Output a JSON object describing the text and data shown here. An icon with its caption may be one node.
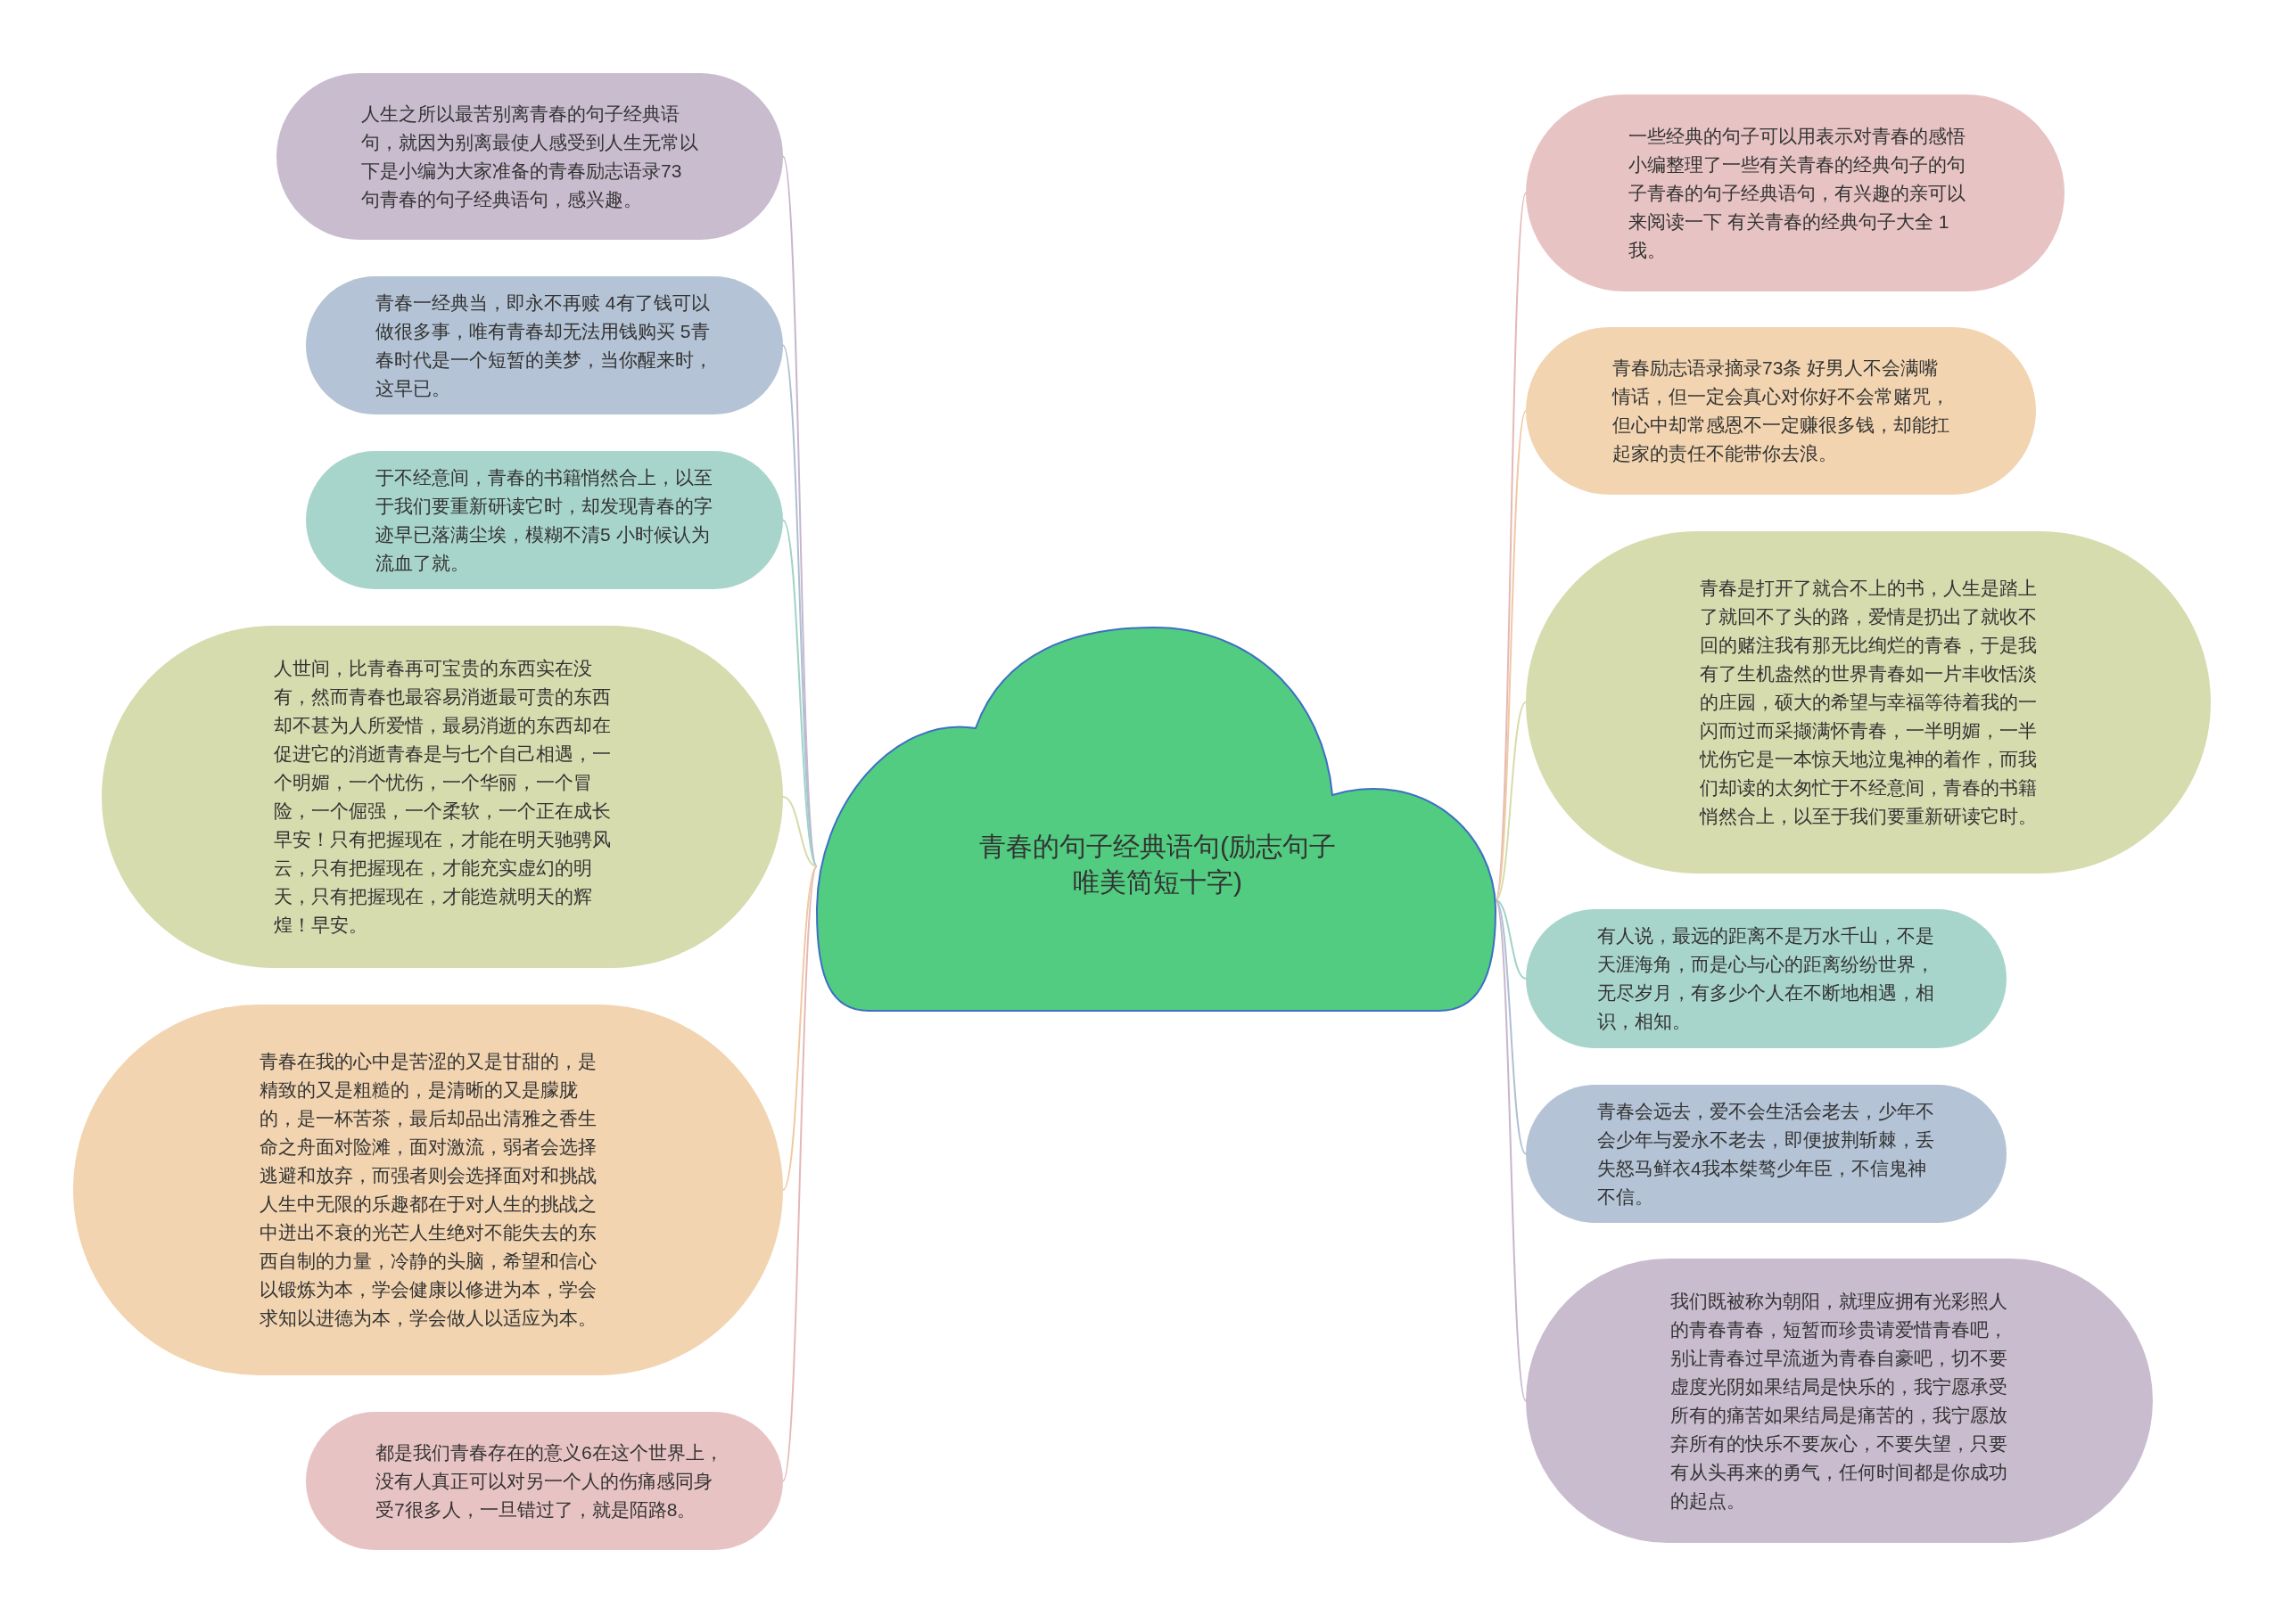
{
  "diagram": {
    "nodes": [
      {
        "text": [
          "青春的句子经典语句(励志句子唯美简短十字)"
        ]
      },
      {
        "text": [
          "人生之所以最苦别离青春的句子经典语句，就因为别离最使人感受到人生无常以下是小编为大家准备的青春励志语录73句青春的句子经典语句，感兴趣。"
        ]
      },
      {
        "text": [
          "青春一经典当，即永不再赎 4有了钱可以做很多事，唯有青春却无法用钱购买 5青春时代是一个短暂的美梦，当你醒来时，这早已。"
        ]
      },
      {
        "text": [
          "于不经意间，青春的书籍悄然合上，以至于我们要重新研读它时，却发现青春的字迹早已落满尘埃，模糊不清5 小时候认为流血了就。"
        ]
      },
      {
        "text": [
          "人世间，比青春再可宝贵的东西实在没有，然而青春也最容易消逝最可贵的东西却不甚为人所爱惜，最易消逝的东西却在促进它的消逝青春是与七个自己相遇，一个明媚，一个忧伤，一个华丽，一个冒险，一个倔强，一个柔软，一个正在成长早安！只有把握现在，才能在明天驰骋风云，只有把握现在，才能充实虚幻的明天，只有把握现在，才能造就明天的辉煌！早安。"
        ]
      },
      {
        "text": [
          "青春在我的心中是苦涩的又是甘甜的，是精致的又是粗糙的，是清晰的又是朦胧的，是一杯苦茶，最后却品出清雅之香生命之舟面对险滩，面对激流，弱者会选择逃避和放弃，而强者则会选择面对和挑战人生中无限的乐趣都在于对人生的挑战之中迸出不衰的光芒人生绝对不能失去的东西自制的力量，冷静的头脑，希望和信心以锻炼为本，学会健康以修进为本，学会求知以进德为本，学会做人以适应为本。"
        ]
      },
      {
        "text": [
          "都是我们青春存在的意义6在这个世界上，没有人真正可以对另一个人的伤痛感同身受7很多人，一旦错过了，就是陌路8。"
        ]
      },
      {
        "text": [
          "一些经典的句子可以用表示对青春的感悟小编整理了一些有关青春的经典句子的句子青春的句子经典语句，有兴趣的亲可以来阅读一下 有关青春的经典句子大全 1 我。"
        ]
      },
      {
        "text": [
          "青春励志语录摘录73条 好男人不会满嘴情话，但一定会真心对你好不会常赌咒，但心中却常感恩不一定赚很多钱，却能扛起家的责任不能带你去浪。"
        ]
      },
      {
        "text": [
          "青春是打开了就合不上的书，人生是踏上了就回不了头的路，爱情是扔出了就收不回的赌注我有那无比绚烂的青春，于是我有了生机盎然的世界青春如一片丰收恬淡的庄园，硕大的希望与幸福等待着我的一闪而过而采撷满怀青春，一半明媚，一半忧伤它是一本惊天地泣鬼神的着作，而我们却读的太匆忙于不经意间，青春的书籍悄然合上，以至于我们要重新研读它时。"
        ]
      },
      {
        "text": [
          "有人说，最远的距离不是万水千山，不是天涯海角，而是心与心的距离纷纷世界，无尽岁月，有多少个人在不断地相遇，相识，相知。"
        ]
      },
      {
        "text": [
          "青春会远去，爱不会生活会老去，少年不会少年与爱永不老去，即便披荆斩棘，丢失怒马鲜衣4我本桀骜少年臣，不信鬼神不信。"
        ]
      },
      {
        "text": [
          "我们既被称为朝阳，就理应拥有光彩照人的青春青春，短暂而珍贵请爱惜青春吧，别让青春过早流逝为青春自豪吧，切不要虚度光阴如果结局是快乐的，我宁愿承受所有的痛苦如果结局是痛苦的，我宁愿放弃所有的快乐不要灰心，不要失望，只要有从头再来的勇气，任何时间都是你成功的起点。"
        ]
      }
    ],
    "edges": [
      {
        "from": 0,
        "to": 1,
        "arrow": "none",
        "color": "#c7b6cc"
      },
      {
        "from": 0,
        "to": 2,
        "arrow": "none",
        "color": "#aebfd4"
      },
      {
        "from": 0,
        "to": 3,
        "arrow": "none",
        "color": "#9fd3c6"
      },
      {
        "from": 0,
        "to": 4,
        "arrow": "none",
        "color": "#d6dca8"
      },
      {
        "from": 0,
        "to": 5,
        "arrow": "none",
        "color": "#f0c9a0"
      },
      {
        "from": 0,
        "to": 6,
        "arrow": "none",
        "color": "#e5b8b8"
      },
      {
        "from": 0,
        "to": 7,
        "arrow": "none",
        "color": "#e5b8b8"
      },
      {
        "from": 0,
        "to": 8,
        "arrow": "none",
        "color": "#f0c9a0"
      },
      {
        "from": 0,
        "to": 9,
        "arrow": "none",
        "color": "#d6dca8"
      },
      {
        "from": 0,
        "to": 10,
        "arrow": "none",
        "color": "#9fd3c6"
      },
      {
        "from": 0,
        "to": 11,
        "arrow": "none",
        "color": "#aebfd4"
      },
      {
        "from": 0,
        "to": 12,
        "arrow": "none",
        "color": "#c7b6cc"
      }
    ]
  }
}
